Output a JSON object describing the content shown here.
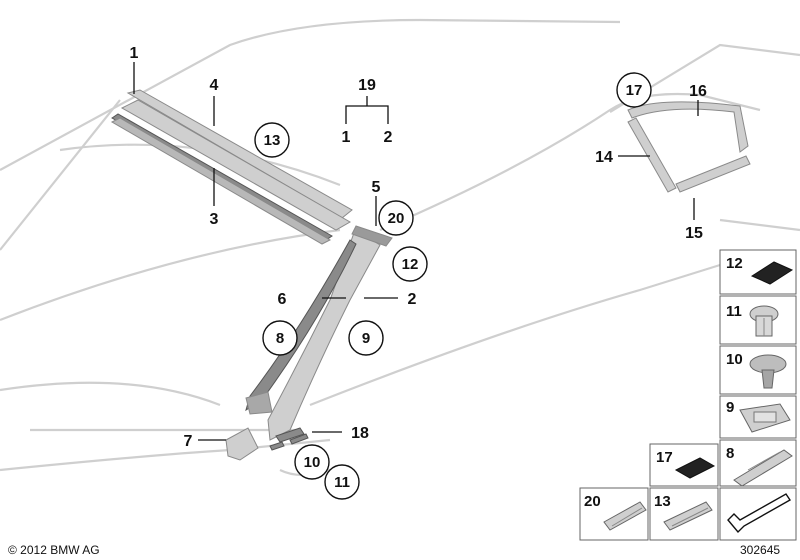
{
  "labels": {
    "p1": "1",
    "p2": "2",
    "p3": "3",
    "p4": "4",
    "p5": "5",
    "p6": "6",
    "p7": "7",
    "p14": "14",
    "p15": "15",
    "p16": "16",
    "p18": "18",
    "p19": "19",
    "p19_1": "1",
    "p19_2": "2"
  },
  "circled": {
    "c8": "8",
    "c9": "9",
    "c10": "10",
    "c11": "11",
    "c12": "12",
    "c13": "13",
    "c17": "17",
    "c20": "20"
  },
  "inset_boxes": {
    "b12": "12",
    "b11": "11",
    "b10": "10",
    "b9": "9",
    "b8": "8",
    "b17": "17",
    "b20": "20",
    "b13": "13"
  },
  "footer": {
    "copyright": "© 2012 BMW AG",
    "diagram_number": "302645"
  },
  "icons": [
    "trim-strip",
    "clip",
    "expanding-rivet",
    "retainer",
    "felt-pad",
    "arrow-pointer"
  ]
}
